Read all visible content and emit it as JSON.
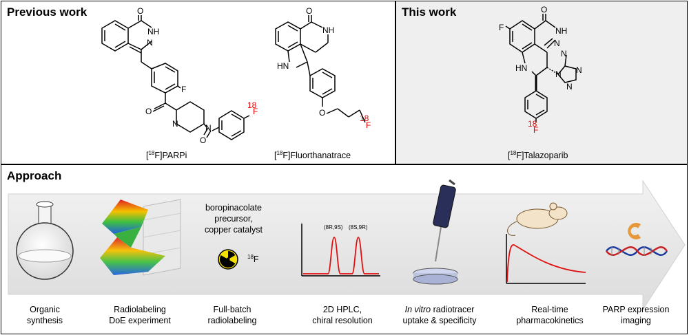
{
  "previous_work": {
    "title": "Previous work",
    "compound1": {
      "label_pre": "[",
      "label_iso": "18",
      "label_post": "F]PARPi"
    },
    "compound2": {
      "label_pre": "[",
      "label_iso": "18",
      "label_post": "F]Fluorthanatrace"
    }
  },
  "this_work": {
    "title": "This work",
    "compound": {
      "label_pre": "[",
      "label_iso": "18",
      "label_post": "F]Talazoparib"
    }
  },
  "approach": {
    "title": "Approach",
    "reagents": {
      "line1": "boropinacolate",
      "line2": "precursor,",
      "line3": "copper catalyst",
      "isotope_mass": "18",
      "isotope_symbol": "F"
    },
    "hplc_peaks": {
      "peak1": "(8R,9S)",
      "peak2": "(8S,9R)"
    },
    "steps": [
      {
        "line1": "Organic",
        "line2": "synthesis"
      },
      {
        "line1": "Radiolabeling",
        "line2": "DoE experiment"
      },
      {
        "line1": "Full-batch",
        "line2": "radiolabeling"
      },
      {
        "line1": "2D HPLC,",
        "line2": "chiral resolution"
      },
      {
        "line1_italic": "In vitro",
        "line1_rest": " radiotracer",
        "line2": "uptake & specificity"
      },
      {
        "line1": "Real-time",
        "line2": "pharmacokinetics"
      },
      {
        "line1": "PARP expression",
        "line2": "imaging"
      }
    ]
  },
  "colors": {
    "fluorine_red": "#e00000",
    "panel_gray": "#f0f0f0",
    "arrow_gray": "#e6e6e6"
  }
}
